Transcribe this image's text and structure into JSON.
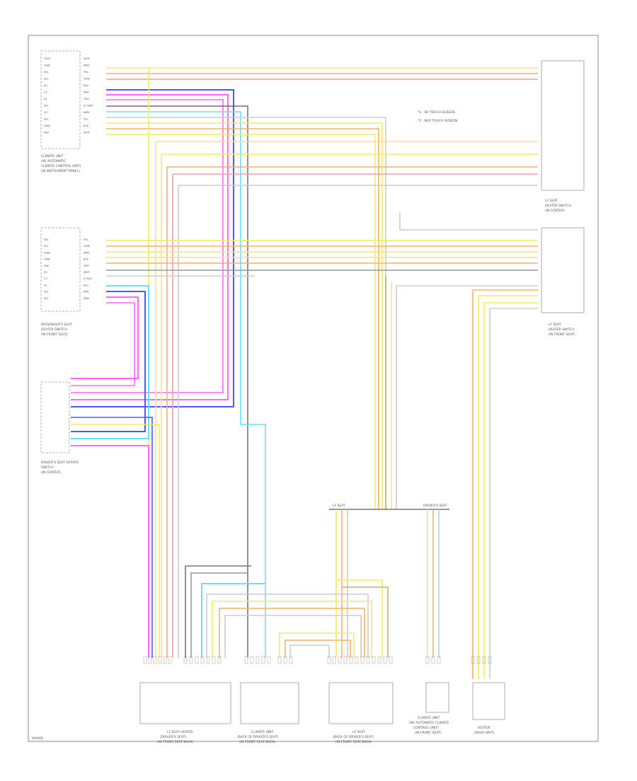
{
  "page": {
    "footer_code": "W0000"
  },
  "notes": {
    "line1": "*1 : W/ TOUCH SCREEN",
    "line2": "*2 : W/O TOUCH SCREEN"
  },
  "colors": {
    "pink": "#ff66ff",
    "blue": "#5555ff",
    "cyan": "#66e0ff",
    "yellow": "#f5e96a",
    "orange": "#f2b366",
    "gray": "#999999",
    "dark": "#555555",
    "olive": "#c8b060",
    "red": "#f0a0a0"
  },
  "components": {
    "climate_unit": {
      "label1": "CLIMATE UNIT",
      "label2": "(W/ AUTOMATIC",
      "label3": "CLIMATE CONTROL UNIT)",
      "label4": "(IN INSTRUMENT PANEL)"
    },
    "driver_seat_heater": {
      "label1": "DRIVER'S SEAT HEATER",
      "label2": "SWITCH",
      "label3": "(IN CENTER)"
    },
    "passenger_seat_heater": {
      "label1": "PASSENGER'S SEAT",
      "label2": "HEATER SWITCH",
      "label3": "(IN FRONT SEAT)"
    },
    "heater_module": {
      "label1": "LF SEAT",
      "label2": "HEATER SWITCH",
      "label3": "(IN FRONT SEAT)"
    },
    "right_upper_unit": {
      "label1": "LF SEAT",
      "label2": "HEATER SWITCH",
      "label3": "(IN CENTER)"
    },
    "right_lower_unit": {
      "label1": "LF SEAT",
      "label2": "HEATER SWITCH",
      "label3": "(IN FRONT SEAT)"
    },
    "bottom": [
      {
        "label1": "LF SEAT HEATER",
        "label2": "(DRIVER'S SEAT)",
        "label3": "(IN FRONT SEAT BACK)"
      },
      {
        "label1": "CLIMATE UNIT",
        "label2": "(BACK OF DRIVER'S SEAT)",
        "label3": "(IN FRONT SEAT BACK)"
      },
      {
        "label1": "LF SEAT",
        "label2": "(BACK OF DRIVER'S SEAT)",
        "label3": "(IN FRONT SEAT BACK)"
      },
      {
        "label1": "CLIMATE UNIT",
        "label2": "(W/ AUTOMATIC CLIMATE",
        "label3": "CONTROL UNIT)",
        "label4": "(IN FRONT SEAT)"
      },
      {
        "label1": "HEATER",
        "label2": "(DASH UNIT)"
      }
    ],
    "mid_left_box": "LF SEAT",
    "mid_right_box": "DRIVER'S SEAT"
  },
  "wires": {
    "top_pins": [
      "IGN1",
      "GND",
      "SIG",
      "SIG",
      "B+",
      "LO",
      "HI",
      "SIG",
      "LO",
      "SIG",
      "GND",
      "IND"
    ],
    "colors_top": [
      "WHT",
      "BRN",
      "YEL",
      "ORN",
      "BLU",
      "PNK",
      "GRY",
      "LT GRN",
      "BRN",
      "YEL",
      "BLK",
      "WHT"
    ],
    "mid_pins": [
      "SIG",
      "SIG",
      "GND",
      "GND",
      "IND",
      "B+",
      "LO",
      "HI",
      "SIG",
      "SIG"
    ],
    "colors_mid": [
      "YEL",
      "ORN",
      "BRN",
      "BLK",
      "GRY",
      "WHT",
      "LT BLU",
      "BLU",
      "PNK",
      "BRN"
    ]
  }
}
